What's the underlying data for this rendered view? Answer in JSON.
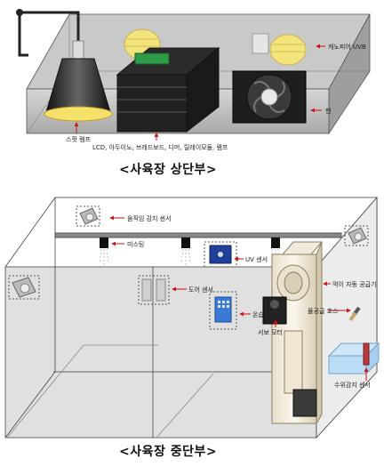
{
  "top": {
    "caption": "<사육장 상단부>",
    "labels": {
      "lamp": "스팟 램프",
      "board": "LCD, 아두이노, 브레드보드, 디머, 릴레이모듈, 램프",
      "uvb": "캐노피어 UVB",
      "fan": "팬"
    }
  },
  "middle": {
    "caption": "<사육장 중단부>",
    "labels": {
      "motion": "움직임 감지 센서",
      "mist": "미스팅",
      "uv": "UV 센서",
      "door": "도어 센서",
      "feeder": "먹이 자동 공급기",
      "temp": "온습도 센서",
      "hose": "물공급 호스",
      "servo": "서보 모터",
      "water": "수위감지 센서"
    }
  },
  "colors": {
    "arrow": "#cc1111",
    "accent_yellow": "#f5e06a"
  }
}
